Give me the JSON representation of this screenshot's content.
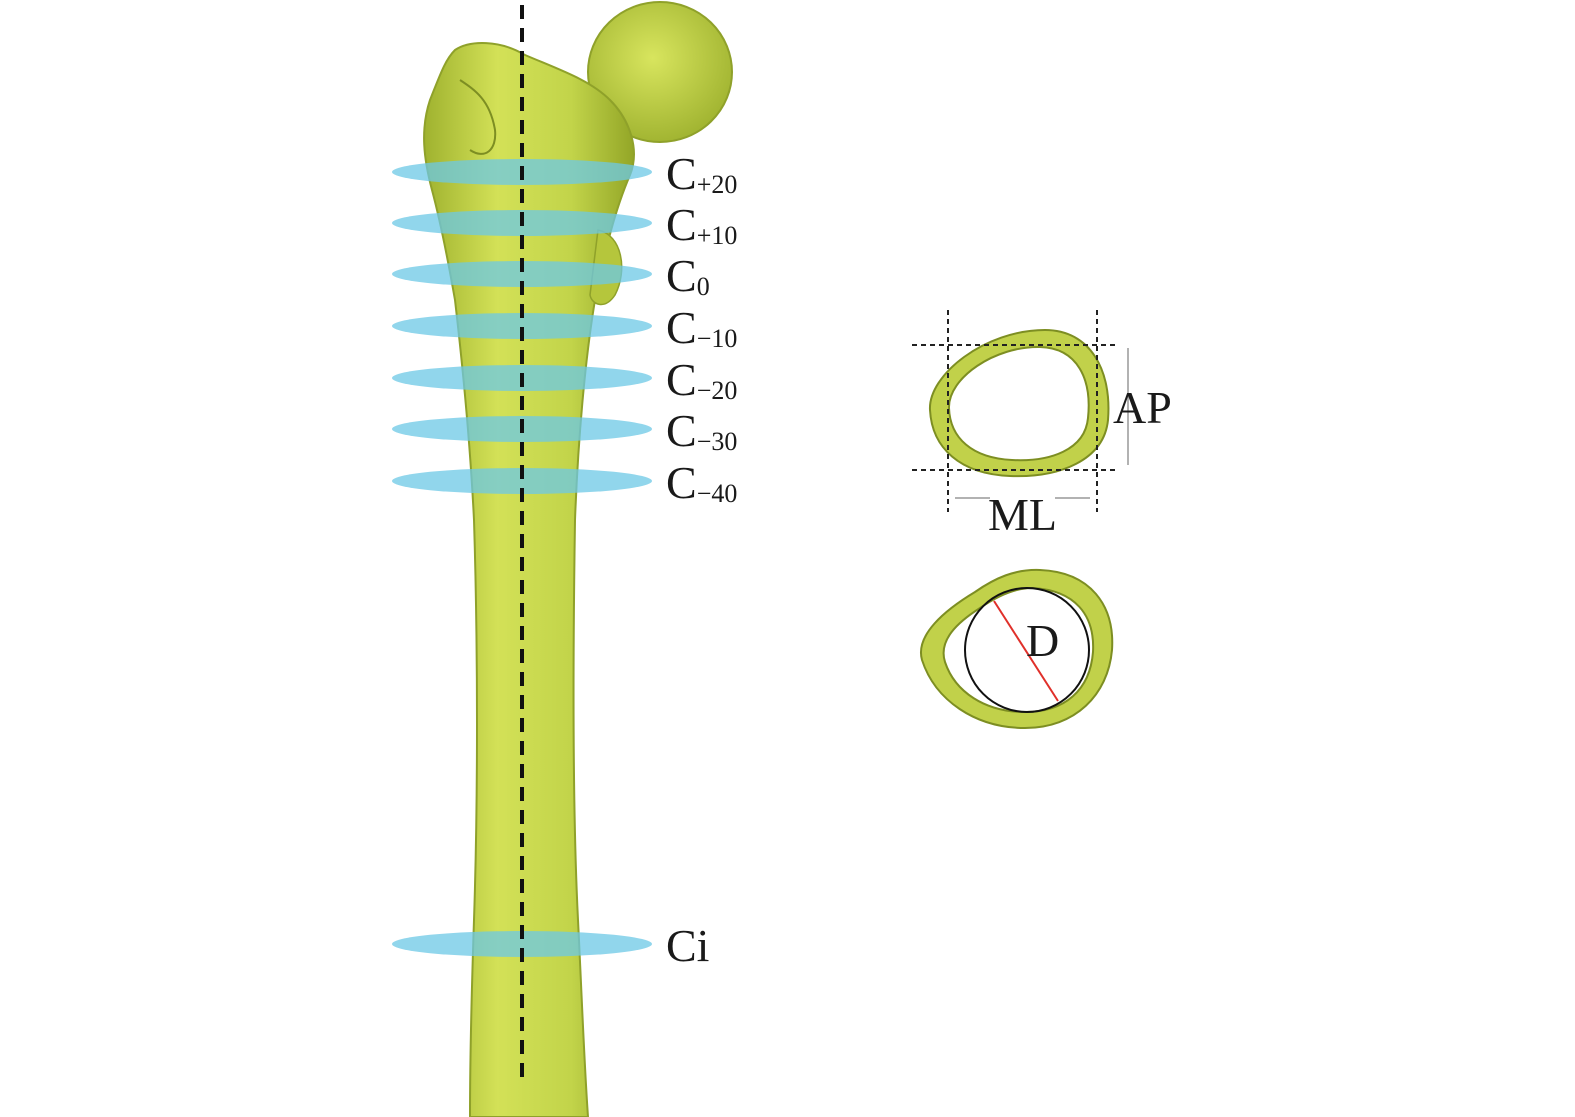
{
  "figure": {
    "section_labels": [
      {
        "main": "C",
        "sub": "+20"
      },
      {
        "main": "C",
        "sub": "+10"
      },
      {
        "main": "C",
        "sub": "0"
      },
      {
        "main": "C",
        "sub": "−10"
      },
      {
        "main": "C",
        "sub": "−20"
      },
      {
        "main": "C",
        "sub": "−30"
      },
      {
        "main": "C",
        "sub": "−40"
      },
      {
        "main": "Ci",
        "sub": ""
      }
    ],
    "measure_labels": {
      "ap": "AP",
      "ml": "ML",
      "d": "D"
    }
  },
  "colors": {
    "bone": "#c6d74a",
    "bone_dark": "#8fa12a",
    "section_plane": "#6cc8e6",
    "axis_line": "#111111",
    "diameter_line": "#e0302a"
  }
}
